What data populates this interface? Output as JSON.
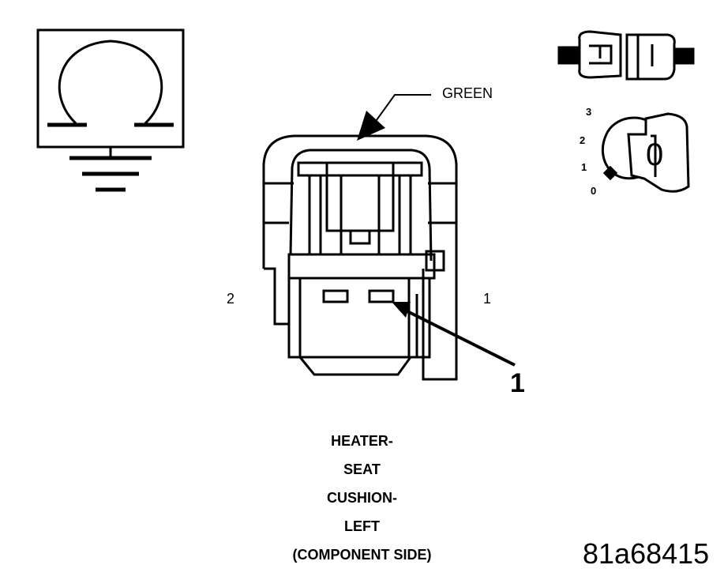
{
  "diagram": {
    "connector_color": "GREEN",
    "pin_labels": {
      "left": "2",
      "right": "1"
    },
    "callout_label": "1",
    "key_position_labels": [
      "3",
      "2",
      "1",
      "0"
    ],
    "key_glyph": "0",
    "caption_lines": [
      "HEATER-",
      "SEAT",
      "CUSHION-",
      "LEFT",
      "(COMPONENT SIDE)"
    ],
    "figure_id": "81a68415"
  },
  "icons": {
    "top_left": "ohmmeter-ground-icon",
    "top_right_1": "connector-disconnect-icon",
    "top_right_2": "ignition-key-icon"
  }
}
